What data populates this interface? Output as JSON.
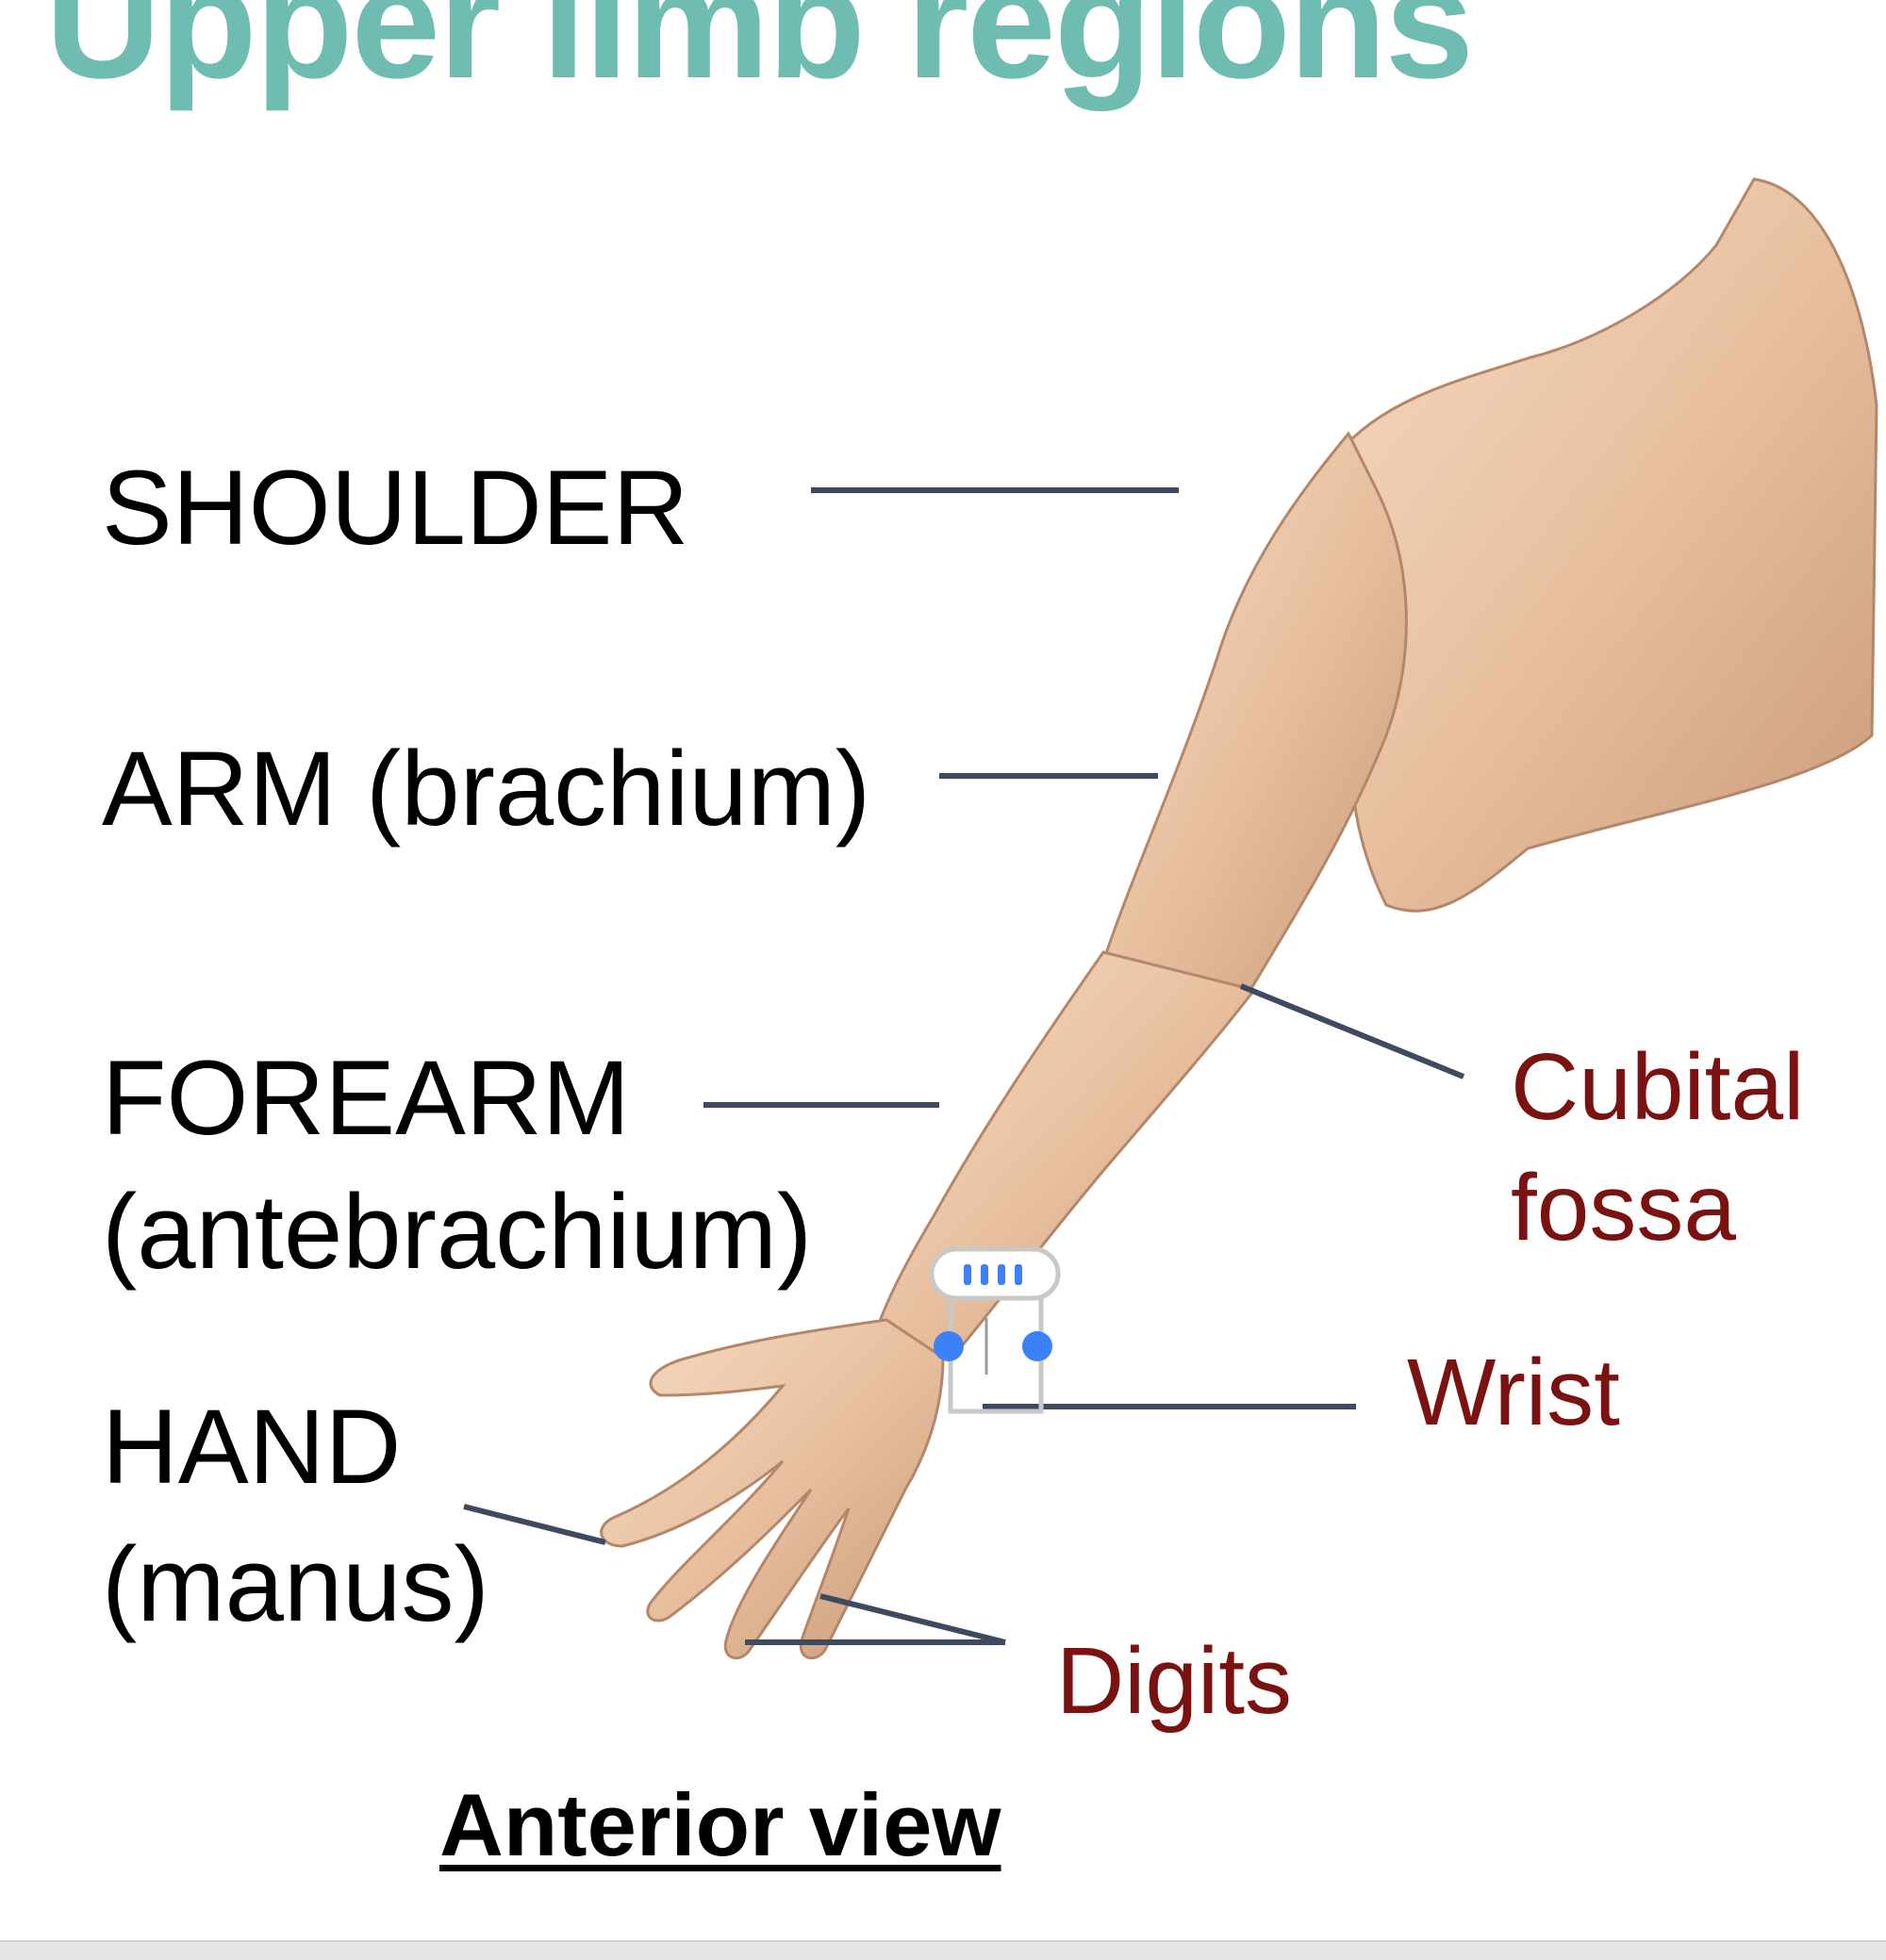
{
  "title": "Upper limb regions",
  "labels": {
    "shoulder": "SHOULDER",
    "arm": "ARM (brachium)",
    "forearm_1": "FOREARM",
    "forearm_2": "(antebrachium)",
    "hand_1": "HAND",
    "hand_2": "(manus)",
    "cubital_1": "Cubital",
    "cubital_2": "fossa",
    "wrist": "Wrist",
    "digits": "Digits",
    "view": "Anterior view"
  },
  "colors": {
    "title": "#6fbcb2",
    "regional_label": "#000000",
    "detail_label": "#7a1212",
    "leader_line": "#3d4a5f",
    "skin": "#e8c0a0",
    "selection_handle": "#3b82f6"
  }
}
